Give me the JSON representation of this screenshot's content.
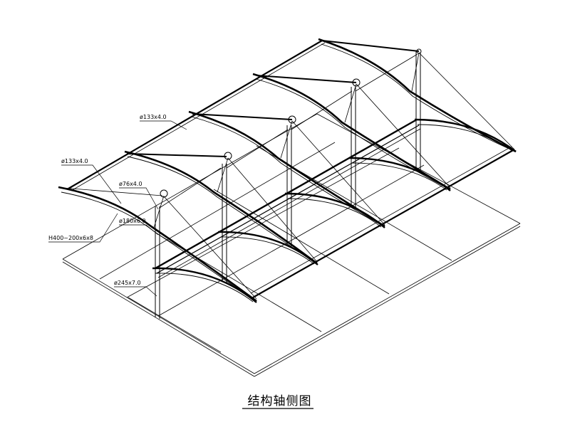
{
  "drawing": {
    "title": "结构轴侧图",
    "labels": {
      "pipe_top_back": "ø133x4.0",
      "pipe_top_front": "ø133x4.0",
      "pipe_strut": "ø76x4.0",
      "pipe_arch": "ø180x6.0",
      "beam": "H400~200x6x8",
      "column": "ø245x7.0"
    },
    "colors": {
      "line": "#000000",
      "background": "#ffffff"
    }
  }
}
